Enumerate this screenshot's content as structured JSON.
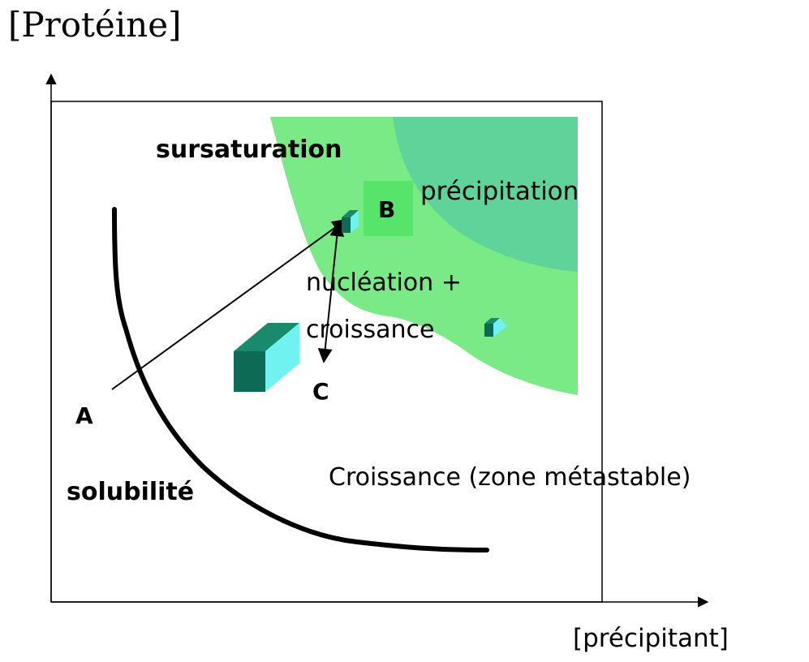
{
  "axes": {
    "y_label": "[Protéine]",
    "x_label": "[précipitant]"
  },
  "regions": {
    "supersaturation": "sursaturation",
    "precipitation": "précipitation",
    "nucleation_line1": "nucléation +",
    "nucleation_line2": "croissance",
    "metastable": "Croissance (zone métastable)",
    "solubility": "solubilité"
  },
  "points": {
    "a": "A",
    "b": "B",
    "c": "C"
  },
  "colors": {
    "nucleation_zone": "#7aea86",
    "precipitation_zone": "#5fd39a",
    "point_b_highlight": "#58e46a",
    "crystal_dark": "#0d6b55",
    "crystal_mid": "#1a8a6c",
    "crystal_light": "#6ff2f0"
  }
}
